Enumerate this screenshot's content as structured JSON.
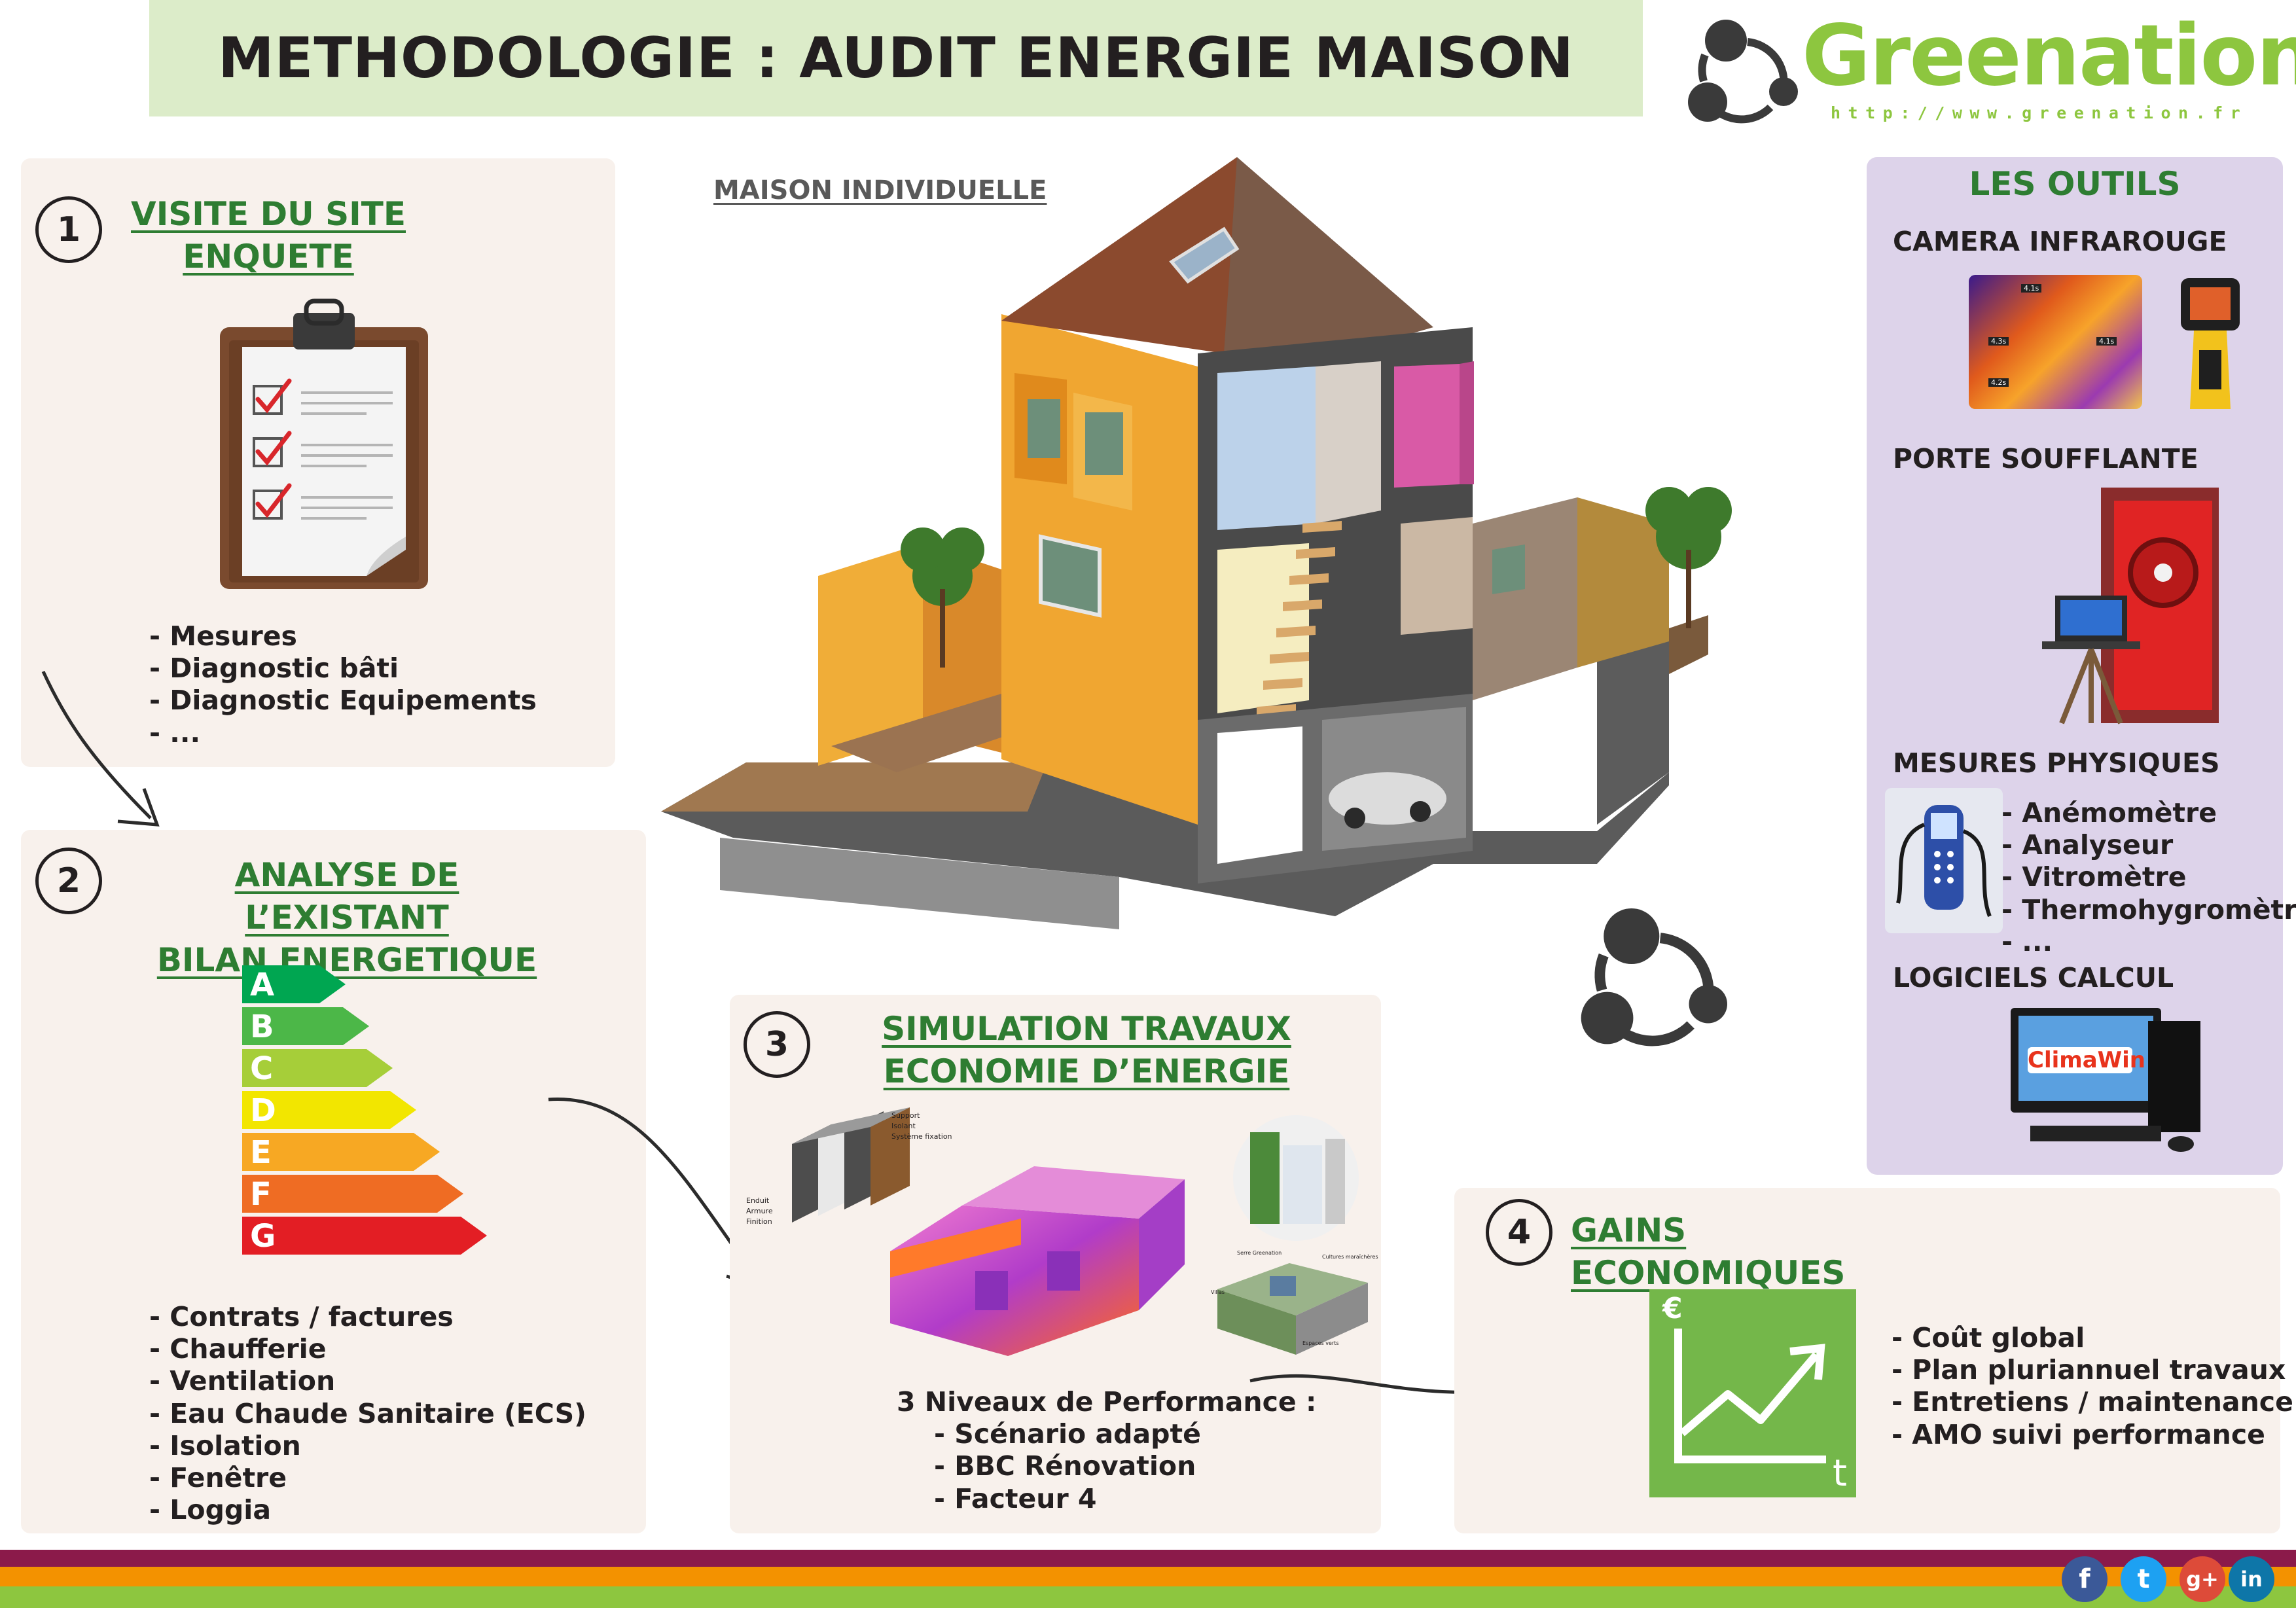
{
  "header": {
    "title": "METHODOLOGIE : AUDIT ENERGIE MAISON"
  },
  "brand": {
    "name": "Greenation",
    "url": "http://www.greenation.fr"
  },
  "steps": [
    {
      "num": "1",
      "title_lines": [
        "VISITE DU SITE",
        "ENQUETE"
      ],
      "items": [
        "- Mesures",
        "- Diagnostic bâti",
        "- Diagnostic Equipements",
        "- ..."
      ]
    },
    {
      "num": "2",
      "title_lines": [
        "ANALYSE DE L’EXISTANT",
        "BILAN ENERGETIQUE"
      ],
      "items": [
        "- Contrats / factures",
        "- Chaufferie",
        "- Ventilation",
        "- Eau Chaude Sanitaire (ECS)",
        "- Isolation",
        "- Fenêtre",
        "- Loggia"
      ]
    },
    {
      "num": "3",
      "title_lines": [
        "SIMULATION TRAVAUX",
        "ECONOMIE D’ENERGIE"
      ],
      "items": [
        "3 Niveaux de Performance :",
        "- Scénario adapté",
        "- BBC Rénovation",
        "- Facteur 4"
      ]
    },
    {
      "num": "4",
      "title_lines": [
        "GAINS ECONOMIQUES"
      ],
      "items": [
        "- Coût global",
        "- Plan pluriannuel travaux",
        "- Entretiens / maintenance",
        "- AMO suivi performance"
      ]
    }
  ],
  "energy_label": {
    "grades": [
      "A",
      "B",
      "C",
      "D",
      "E",
      "F",
      "G"
    ],
    "colors": [
      "#00a651",
      "#4cb748",
      "#a6ce39",
      "#f2e600",
      "#f7a823",
      "#ef6c23",
      "#e31e24"
    ]
  },
  "house": {
    "caption": "MAISON INDIVIDUELLE"
  },
  "wall_diagram": {
    "labels_top": [
      "Support",
      "Isolant",
      "Système fixation"
    ],
    "labels_left": [
      "Enduit",
      "Armure",
      "Finition"
    ]
  },
  "garden_diagram": {
    "labels": [
      "Serre Greenation",
      "Cultures maraîchères",
      "Villas",
      "Espaces verts"
    ]
  },
  "gain_icon": {
    "currency": "€",
    "axis": "t"
  },
  "tools": {
    "title": "LES OUTILS",
    "camera": {
      "label": "CAMERA INFRAROUGE",
      "readouts": [
        "4.1s",
        "4.1s",
        "4.3s",
        "4.2s"
      ]
    },
    "door": {
      "label": "PORTE SOUFFLANTE"
    },
    "measures": {
      "label": "MESURES PHYSIQUES",
      "items": [
        "- Anémomètre",
        "- Analyseur",
        "- Vitromètre",
        "- Thermohygromètre",
        "- ..."
      ]
    },
    "software": {
      "label": "LOGICIELS CALCUL",
      "screen_text": "ClimaWin"
    }
  },
  "social": [
    {
      "name": "facebook",
      "glyph": "f",
      "color": "#3b5998"
    },
    {
      "name": "twitter",
      "glyph": "t",
      "color": "#1da1f2"
    },
    {
      "name": "google-plus",
      "glyph": "g+",
      "color": "#dd4b39"
    },
    {
      "name": "linkedin",
      "glyph": "in",
      "color": "#0e76a8"
    }
  ],
  "footer_colors": [
    "#8b1a4a",
    "#f39200",
    "#8dc63f"
  ]
}
